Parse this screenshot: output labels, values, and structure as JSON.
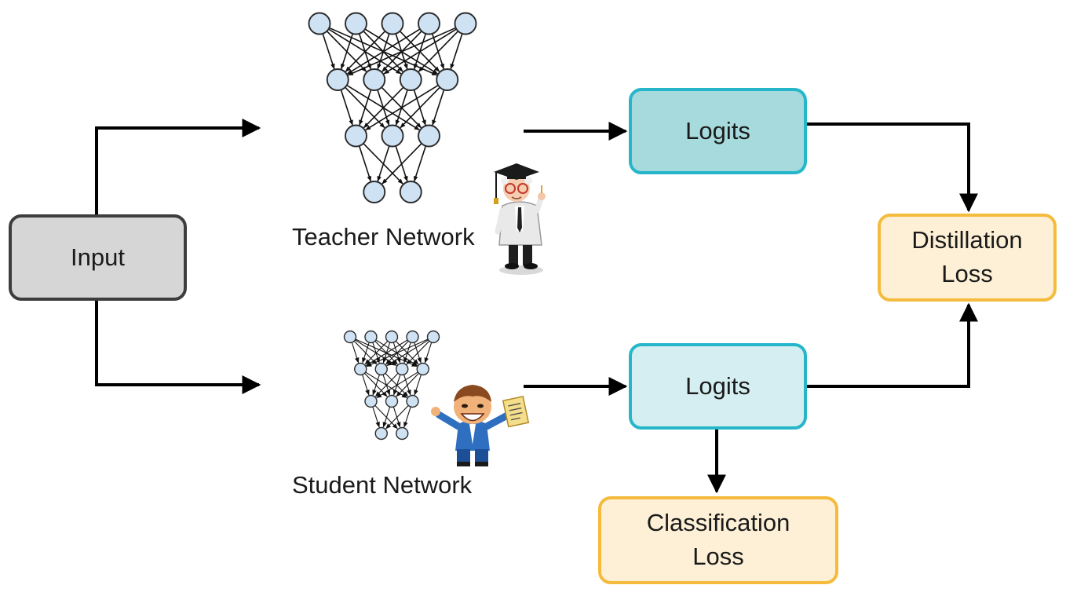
{
  "nodes": {
    "input": "Input",
    "teacher_logits": "Logits",
    "student_logits": "Logits",
    "distillation_loss": "Distillation\nLoss",
    "classification_loss": "Classification\nLoss"
  },
  "networks": {
    "teacher": {
      "label": "Teacher Network",
      "layers": [
        5,
        4,
        3,
        2
      ]
    },
    "student": {
      "label": "Student Network",
      "layers": [
        5,
        4,
        3,
        2
      ]
    }
  },
  "colors": {
    "input_fill": "#d6d6d6",
    "input_border": "#3d3d3d",
    "teacher_logits_fill": "#a6dadc",
    "student_logits_fill": "#d5eef1",
    "logits_border": "#25b7c9",
    "loss_fill": "#fdf0d6",
    "loss_border": "#f4bb3c",
    "neuron_fill": "#cfe2f3",
    "neuron_stroke": "#2a2a2a"
  },
  "icons": {
    "teacher": "professor-icon",
    "student": "student-icon"
  }
}
